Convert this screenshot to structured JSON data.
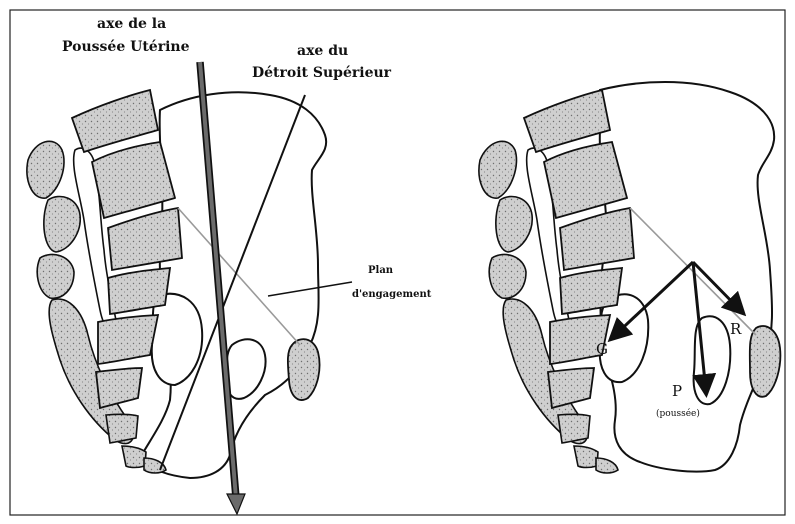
{
  "colors": {
    "frame": "#222222",
    "outline": "#111111",
    "bone_fill": "#cfcfcf",
    "axis_shaft": "#6b6b6b",
    "plane_line": "#9a9a9a"
  },
  "left_panel": {
    "uterine_axis_label_1": "axe de la",
    "uterine_axis_label_2": "Poussée Utérine",
    "strait_axis_label_1": "axe du",
    "strait_axis_label_2": "Détroit Supérieur",
    "plane_label_1": "Plan",
    "plane_label_2": "d'engagement"
  },
  "right_panel": {
    "vector_g": "G",
    "vector_r": "R",
    "vector_p": "P",
    "vector_p_caption": "(poussée)"
  }
}
